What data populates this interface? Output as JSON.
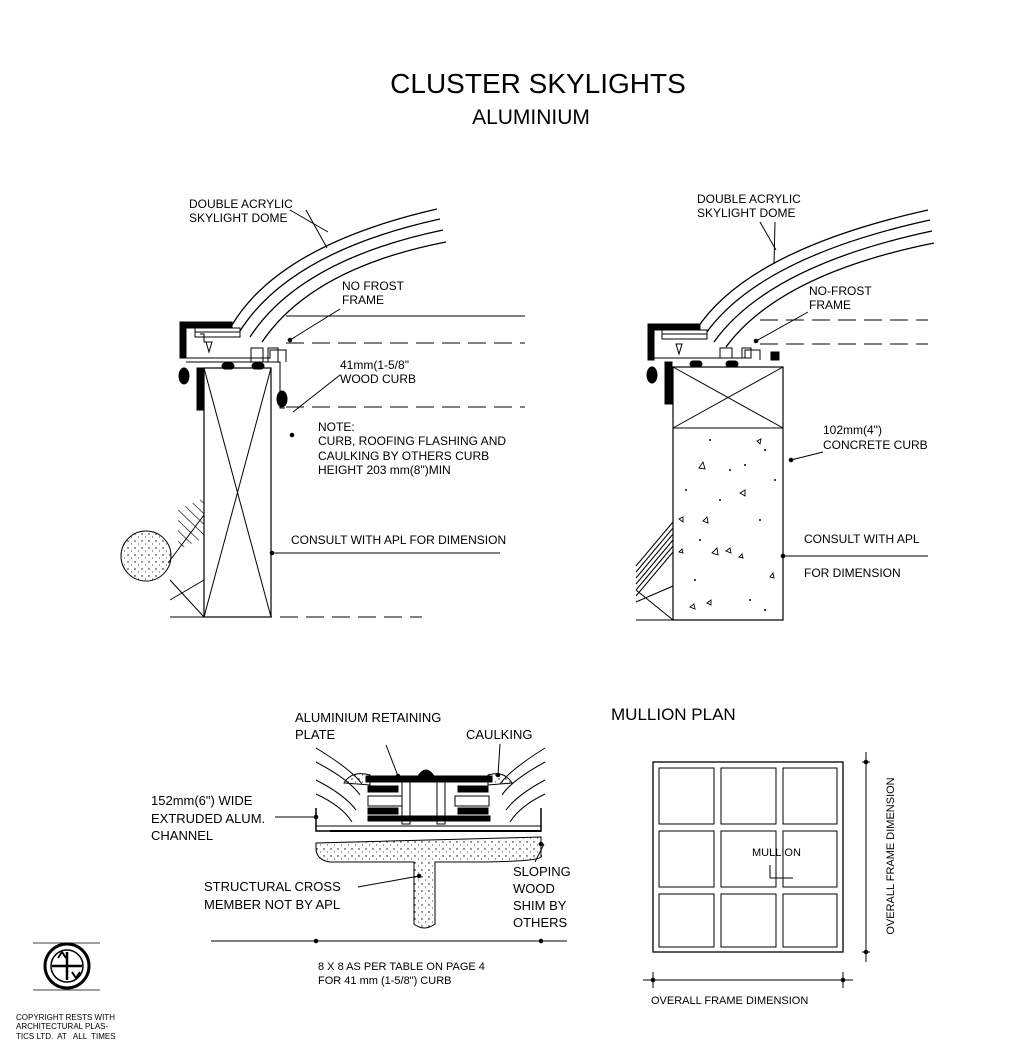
{
  "title": "CLUSTER SKYLIGHTS",
  "subtitle": "ALUMINIUM",
  "left_section": {
    "dome_1": "DOUBLE ACRYLIC",
    "dome_2": "SKYLIGHT DOME",
    "frame_1": "NO FROST",
    "frame_2": "FRAME",
    "curb_1": "41mm(1-5/8\"",
    "curb_2": "WOOD CURB",
    "note_1": "NOTE:",
    "note_2": "CURB, ROOFING FLASHING AND",
    "note_3": "CAULKING BY OTHERS CURB",
    "note_4": "HEIGHT 203 mm(8\")MIN",
    "consult": "CONSULT WITH APL FOR DIMENSION"
  },
  "right_section": {
    "dome_1": "DOUBLE ACRYLIC",
    "dome_2": "SKYLIGHT DOME",
    "frame_1": "NO-FROST",
    "frame_2": "FRAME",
    "curb_1": "102mm(4\")",
    "curb_2": "CONCRETE CURB",
    "consult_1": "CONSULT WITH APL",
    "consult_2": "FOR DIMENSION"
  },
  "mullion_section": {
    "plate_1": "ALUMINIUM RETAINING",
    "plate_2": "PLATE",
    "caulking": "CAULKING",
    "channel_1": "152mm(6\") WIDE",
    "channel_2": "EXTRUDED ALUM.",
    "channel_3": "CHANNEL",
    "cross_1": "STRUCTURAL CROSS",
    "cross_2": "MEMBER NOT BY APL",
    "shim_1": "SLOPING",
    "shim_2": "WOOD",
    "shim_3": "SHIM BY",
    "shim_4": "OTHERS",
    "table_1": "8 X 8 AS PER TABLE ON PAGE 4",
    "table_2": "FOR 41 mm (1-5/8\") CURB"
  },
  "mullion_plan": {
    "title": "MULLION PLAN",
    "mullion_label": "MULLION",
    "dim_vertical": "OVERALL FRAME DIMENSION",
    "dim_horizontal": "OVERALL FRAME DIMENSION"
  },
  "copyright": {
    "line_1": "COPYRIGHT RESTS  WITH",
    "line_2": "ARCHITECTURAL     PLAS-",
    "line_3": "TICS LTD.  AT   ALL  TIMES"
  }
}
